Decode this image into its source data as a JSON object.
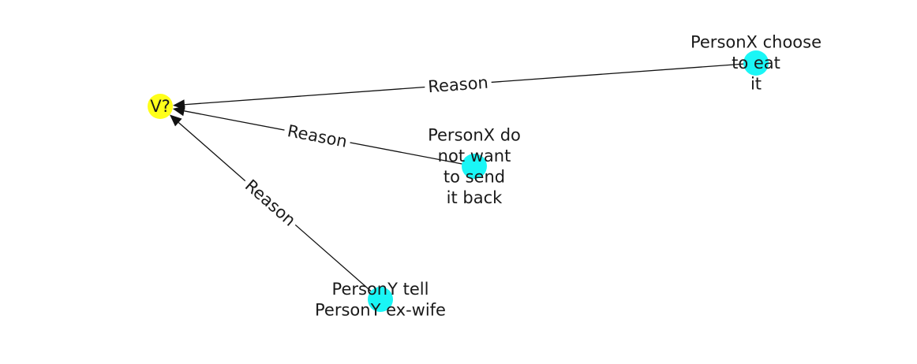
{
  "diagram": {
    "colors": {
      "target": "#ffff1a",
      "source": "#1af6f6",
      "edge": "#111111",
      "text": "#1a1a1a",
      "background": "#ffffff"
    },
    "nodes": [
      {
        "id": "v",
        "lines": [
          "V?"
        ],
        "role": "target"
      },
      {
        "id": "n1",
        "lines": [
          "PersonX choose",
          "to eat",
          "it"
        ],
        "role": "source"
      },
      {
        "id": "n2",
        "lines": [
          "PersonX do",
          "not want",
          "to send",
          "it back"
        ],
        "role": "source"
      },
      {
        "id": "n3",
        "lines": [
          "PersonY tell",
          "PersonY ex-wife"
        ],
        "role": "source"
      }
    ],
    "edges": [
      {
        "from": "n1",
        "to": "v",
        "label": "Reason"
      },
      {
        "from": "n2",
        "to": "v",
        "label": "Reason"
      },
      {
        "from": "n3",
        "to": "v",
        "label": "Reason"
      }
    ]
  }
}
